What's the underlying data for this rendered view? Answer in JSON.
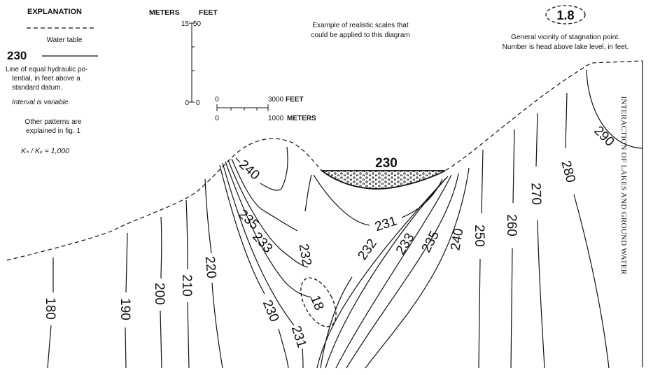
{
  "explanation": {
    "heading": "EXPLANATION",
    "water_table_label": "Water table",
    "contour_sample_value": "230",
    "contour_desc_lines": [
      "Line of equal hydraulic po-",
      "tential, in feet above a",
      "standard datum."
    ],
    "contour_interval_note": "Interval is variable.",
    "patterns_lines": [
      "Other patterns are",
      "explained in fig. 1"
    ],
    "anisotropy_note": "Kₕ / Kᵥ = 1,000"
  },
  "scales": {
    "vertical_units": [
      "METERS",
      "FEET"
    ],
    "vertical_ticks": [
      "15",
      "50",
      "0",
      "0"
    ],
    "horizontal_ticks": [
      "0",
      "3000",
      "0",
      "1000"
    ],
    "horizontal_units": [
      "FEET",
      "METERS"
    ],
    "caption_lines": [
      "Example of realistic scales that",
      "could be applied to this diagram"
    ]
  },
  "stagnation_legend": {
    "symbol_value": "1.8",
    "caption_lines": [
      "General vicinity of stagnation point.",
      "Number is head above lake level, in feet."
    ]
  },
  "side_title": "INTERACTION OF LAKES AND GROUND WATER",
  "lake_label": "230",
  "stagnation_point_label": "18",
  "contour_labels": [
    "180",
    "190",
    "200",
    "210",
    "220",
    "230",
    "231",
    "232",
    "233",
    "235",
    "240",
    "231",
    "232",
    "233",
    "235",
    "240",
    "250",
    "260",
    "270",
    "280",
    "290"
  ]
}
